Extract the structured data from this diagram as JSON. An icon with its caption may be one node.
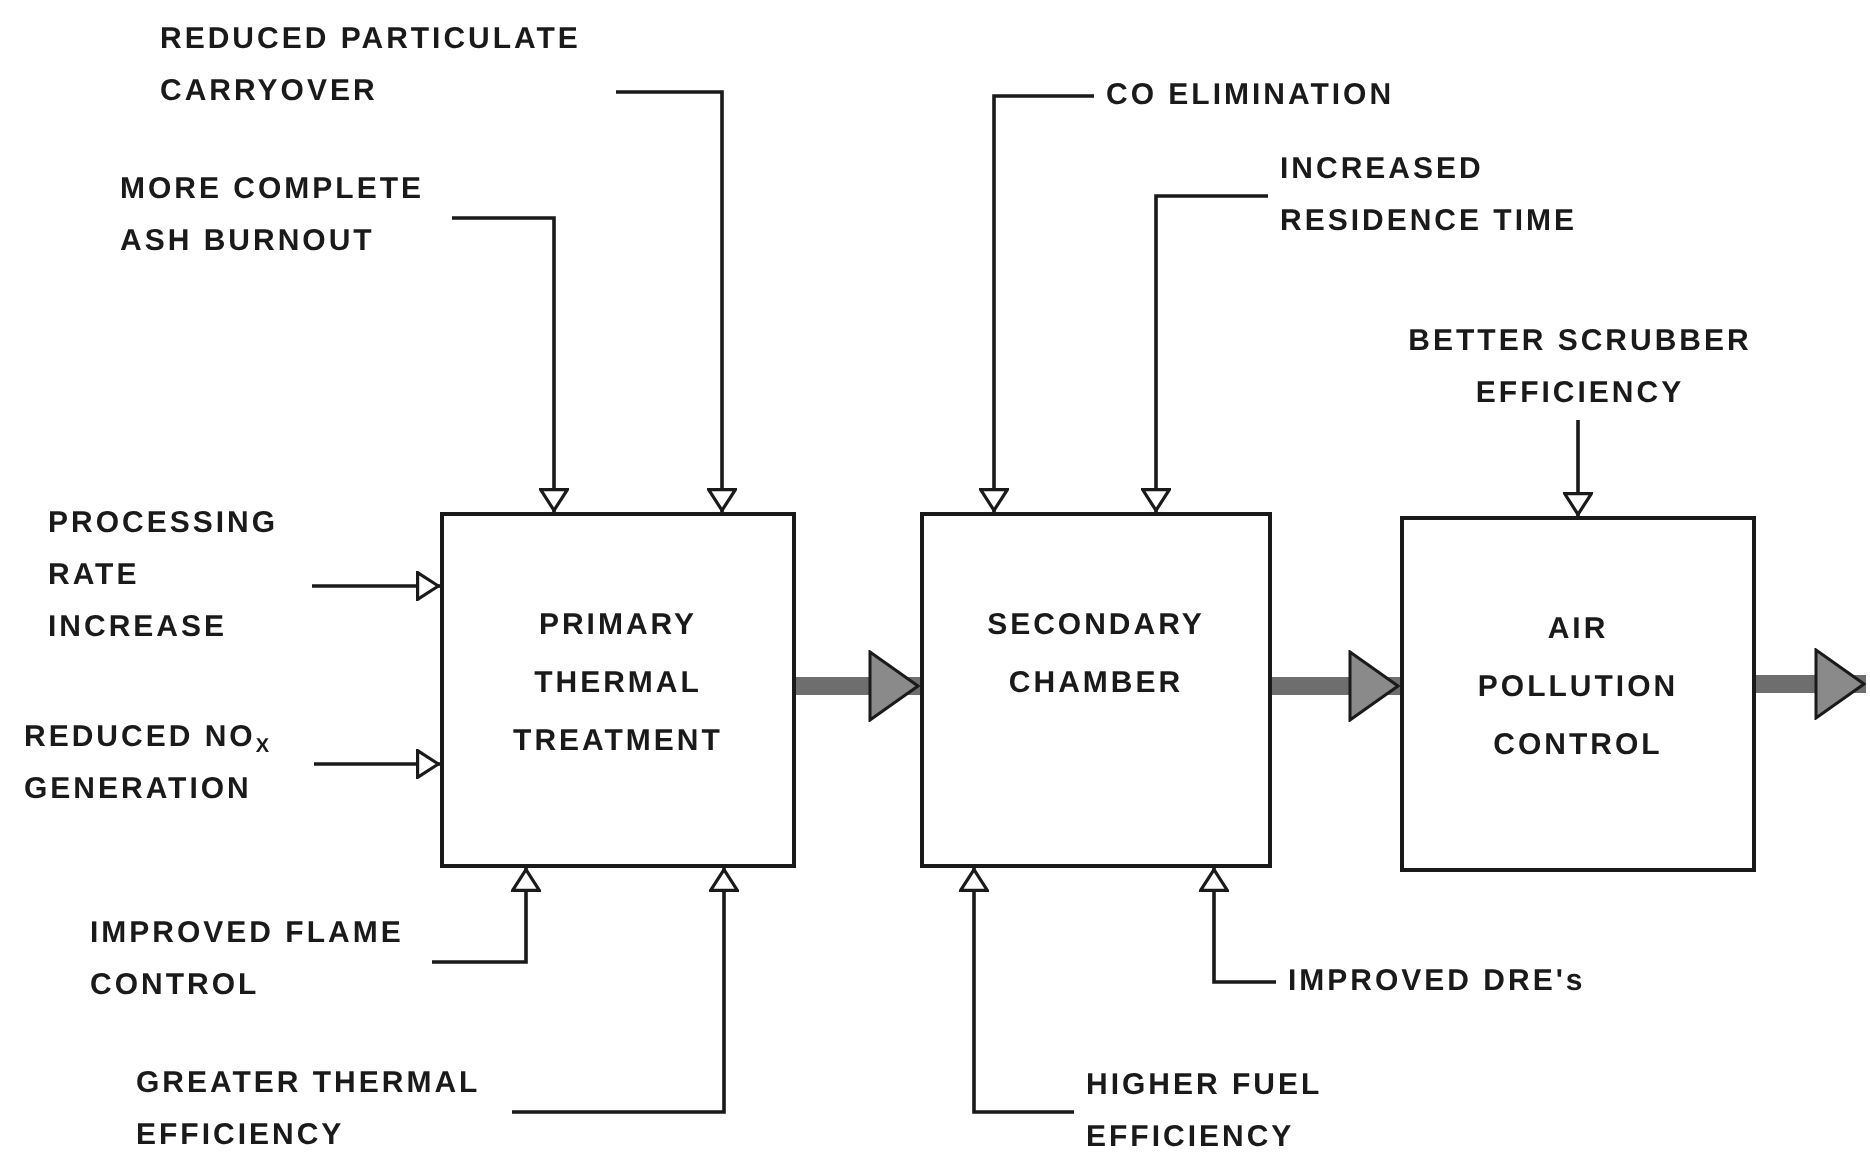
{
  "diagram": {
    "nodes": [
      {
        "text": [
          "PRIMARY THERMAL TREATMENT"
        ]
      },
      {
        "text": [
          "SECONDARY CHAMBER"
        ]
      },
      {
        "text": [
          "AIR POLLUTION CONTROL"
        ]
      },
      {
        "text": [
          "REDUCED PARTICULATE CARRYOVER"
        ]
      },
      {
        "text": [
          "MORE COMPLETE ASH BURNOUT"
        ]
      },
      {
        "text": [
          "PROCESSING RATE INCREASE"
        ]
      },
      {
        "text": [
          "REDUCED NO$_{X}$ GENERATION"
        ]
      },
      {
        "text": [
          "IMPROVED FLAME CONTROL"
        ]
      },
      {
        "text": [
          "GREATER THERMAL EFFICIENCY"
        ]
      },
      {
        "text": [
          "CO ELIMINATION"
        ]
      },
      {
        "text": [
          "INCREASED RESIDENCE TIME"
        ]
      },
      {
        "text": [
          "BETTER SCRUBBER EFFICIENCY"
        ]
      },
      {
        "text": [
          "HIGHER FUEL EFFICIENCY"
        ]
      },
      {
        "text": [
          "IMPROVED DRE's"
        ]
      }
    ],
    "edges": [
      {
        "from": 3,
        "to": 0,
        "arrow": "to"
      },
      {
        "from": 4,
        "to": 0,
        "arrow": "to"
      },
      {
        "from": 5,
        "to": 0,
        "arrow": "to"
      },
      {
        "from": 6,
        "to": 0,
        "arrow": "to"
      },
      {
        "from": 7,
        "to": 0,
        "arrow": "to"
      },
      {
        "from": 8,
        "to": 0,
        "arrow": "to"
      },
      {
        "from": 0,
        "to": 1,
        "arrow": "to",
        "style": "thick"
      },
      {
        "from": 9,
        "to": 1,
        "arrow": "to"
      },
      {
        "from": 10,
        "to": 1,
        "arrow": "to"
      },
      {
        "from": 12,
        "to": 1,
        "arrow": "to"
      },
      {
        "from": 13,
        "to": 1,
        "arrow": "to"
      },
      {
        "from": 1,
        "to": 2,
        "arrow": "to",
        "style": "thick"
      },
      {
        "from": 11,
        "to": 2,
        "arrow": "to"
      },
      {
        "from": 2,
        "to": null,
        "arrow": "to",
        "style": "thick"
      }
    ]
  }
}
